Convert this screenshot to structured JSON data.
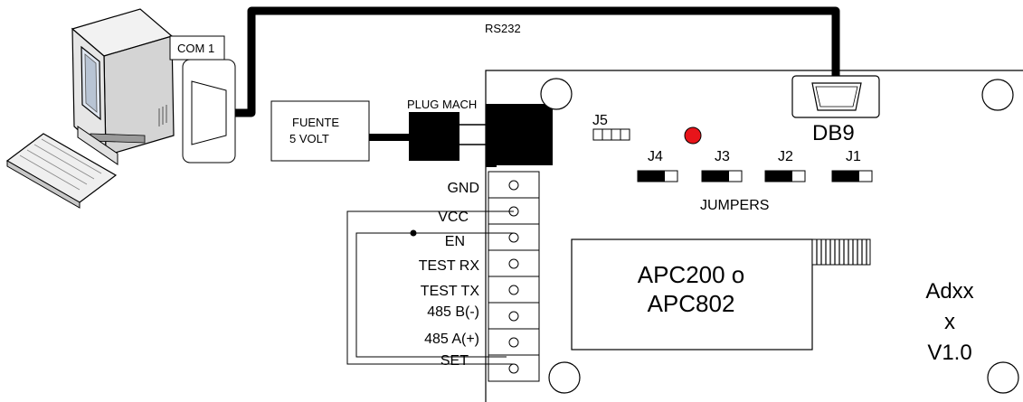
{
  "pc": {
    "com_port_label": "COM 1"
  },
  "cable": {
    "label": "RS232"
  },
  "power": {
    "supply_label_line1": "FUENTE",
    "supply_label_line2": "5 VOLT",
    "plug_label": "PLUG MACH"
  },
  "board": {
    "connector_label": "DB9",
    "header_label": "J5",
    "jumpers_caption": "JUMPERS",
    "jumpers": [
      "J4",
      "J3",
      "J2",
      "J1"
    ],
    "module_line1": "APC200 o",
    "module_line2": "APC802",
    "version_line1": "Adxx",
    "version_line2": "x",
    "version_line3": "V1.0",
    "led_color": "#e8141a"
  },
  "terminal_block": {
    "pins": [
      "GND",
      "VCC",
      "EN",
      "TEST RX",
      "TEST TX",
      "485 B(-)",
      "485 A(+)",
      "SET"
    ]
  }
}
